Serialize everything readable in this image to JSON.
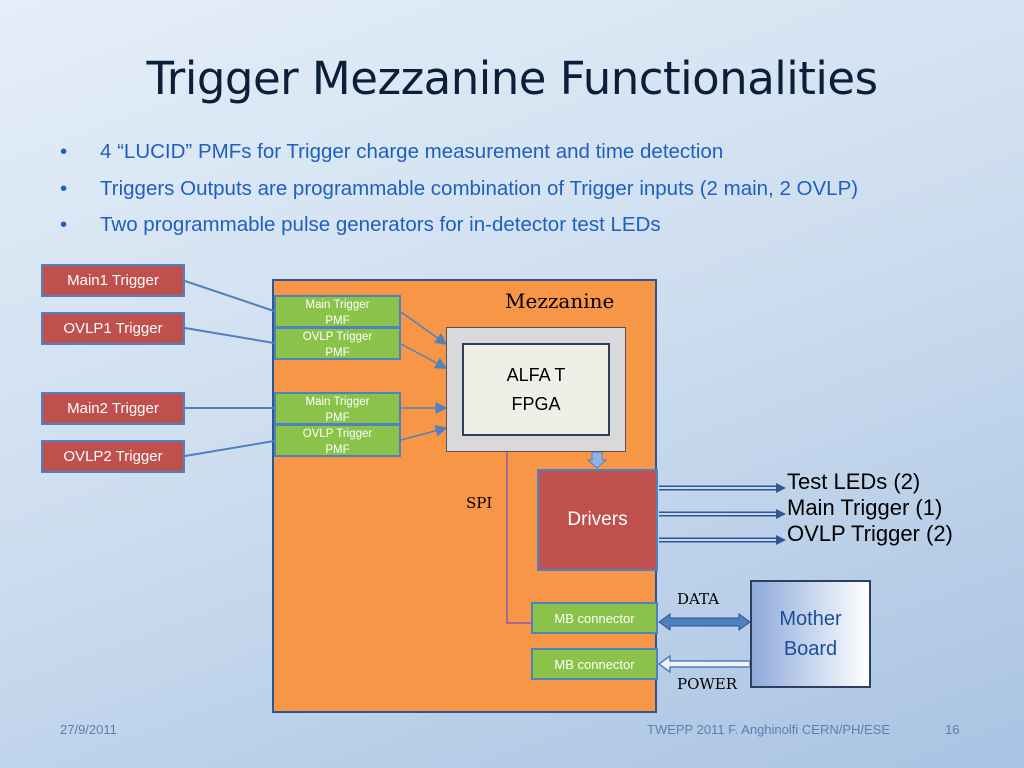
{
  "title": "Trigger Mezzanine Functionalities",
  "bullets": [
    "4 “LUCID” PMFs for Trigger charge measurement and time detection",
    "Triggers Outputs are programmable combination of Trigger inputs (2 main, 2 OVLP)",
    "Two programmable pulse generators for in-detector test LEDs"
  ],
  "bullet_symbol": "•",
  "diagram": {
    "inputs": [
      "Main1 Trigger",
      "OVLP1 Trigger",
      "Main2 Trigger",
      "OVLP2 Trigger"
    ],
    "mezzanine_label": "Mezzanine",
    "pmfs": [
      {
        "line1": "Main Trigger",
        "line2": "PMF"
      },
      {
        "line1": "OVLP Trigger",
        "line2": "PMF"
      },
      {
        "line1": "Main Trigger",
        "line2": "PMF"
      },
      {
        "line1": "OVLP Trigger",
        "line2": "PMF"
      }
    ],
    "fpga": {
      "line1": "ALFA T",
      "line2": "FPGA"
    },
    "spi_label": "SPI",
    "drivers_label": "Drivers",
    "outputs": [
      "Test LEDs (2)",
      "Main Trigger (1)",
      "OVLP Trigger (2)"
    ],
    "mb_connectors": [
      "MB connector",
      "MB connector"
    ],
    "data_label": "DATA",
    "power_label": "POWER",
    "mother_board": {
      "line1": "Mother",
      "line2": "Board"
    },
    "colors": {
      "trigger_red": "#c0504d",
      "pmf_green": "#8bc34a",
      "mezzanine_orange": "#f79646",
      "border_blue": "#4f81bd",
      "text_blue": "#1f5fbf"
    }
  },
  "footer": {
    "date": "27/9/2011",
    "source": "TWEPP 2011 F. Anghinolfi CERN/PH/ESE",
    "page": "16"
  }
}
